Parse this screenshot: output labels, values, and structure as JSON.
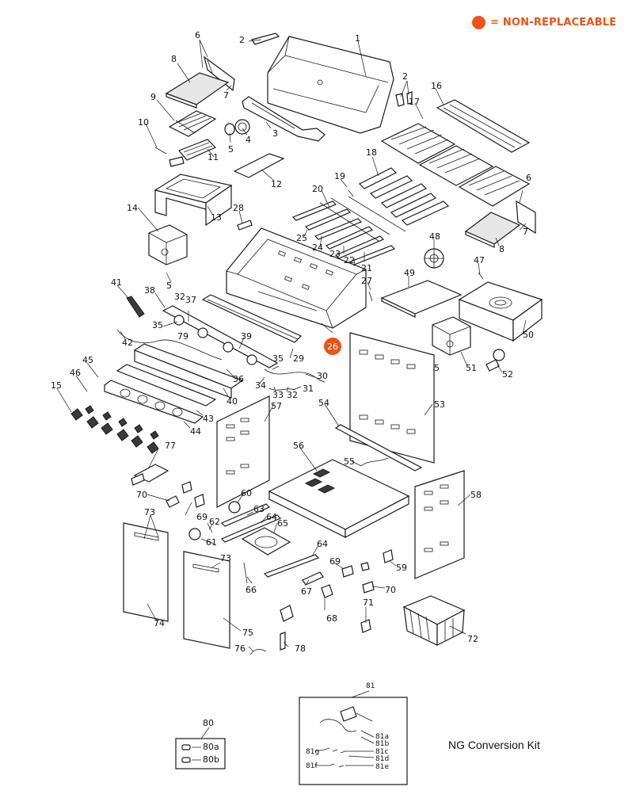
{
  "legend": {
    "marker_color": "#ee5218",
    "text": "= NON-REPLACEABLE"
  },
  "non_replaceable_part": "26",
  "callouts": {
    "c1": "1",
    "c2a": "2",
    "c2b": "2",
    "c3": "3",
    "c4": "4",
    "c5a": "5",
    "c5b": "5",
    "c5c": "5",
    "c6a": "6",
    "c6b": "6",
    "c7a": "7",
    "c7b": "7",
    "c8a": "8",
    "c8b": "8",
    "c9": "9",
    "c10": "10",
    "c11": "11",
    "c12": "12",
    "c13": "13",
    "c14": "14",
    "c15": "15",
    "c16": "16",
    "c17": "17",
    "c18": "18",
    "c19": "19",
    "c20": "20",
    "c21": "21",
    "c22": "22",
    "c23": "23",
    "c24": "24",
    "c25": "25",
    "c26": "26",
    "c27": "27",
    "c28": "28",
    "c29": "29",
    "c30": "30",
    "c31": "31",
    "c32a": "32",
    "c32b": "32",
    "c33": "33",
    "c34": "34",
    "c35a": "35",
    "c35b": "35",
    "c36": "36",
    "c37": "37",
    "c38": "38",
    "c39": "39",
    "c40": "40",
    "c41": "41",
    "c42": "42",
    "c43": "43",
    "c44": "44",
    "c45": "45",
    "c46": "46",
    "c47": "47",
    "c48": "48",
    "c49": "49",
    "c50": "50",
    "c51": "51",
    "c52": "52",
    "c53": "53",
    "c54": "54",
    "c55": "55",
    "c56": "56",
    "c57": "57",
    "c58": "58",
    "c59": "59",
    "c60": "60",
    "c61": "61",
    "c62": "62",
    "c63": "63",
    "c64a": "64",
    "c64b": "64",
    "c65": "65",
    "c66": "66",
    "c67": "67",
    "c68": "68",
    "c69a": "69",
    "c69b": "69",
    "c70a": "70",
    "c70b": "70",
    "c71": "71",
    "c72": "72",
    "c73a": "73",
    "c73b": "73",
    "c74": "74",
    "c75": "75",
    "c76": "76",
    "c77": "77",
    "c78": "78",
    "c79": "79",
    "c80": "80",
    "c80a": "80a",
    "c80b": "80b",
    "c81": "81",
    "c81a": "81a",
    "c81b": "81b",
    "c81c": "81c",
    "c81d": "81d",
    "c81e": "81e",
    "c81f": "81f",
    "c81g": "81g"
  },
  "kit_label": "NG Conversion Kit"
}
